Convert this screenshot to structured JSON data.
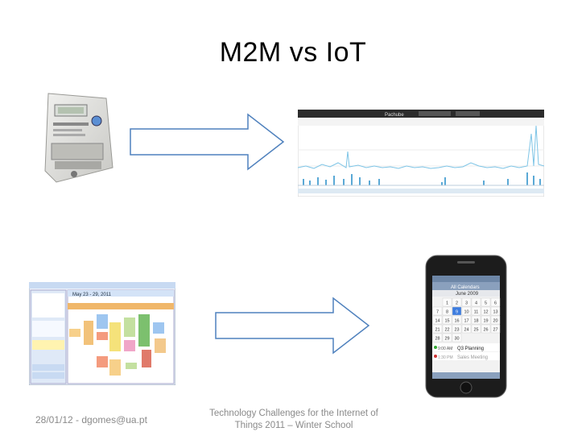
{
  "slide": {
    "title": "M2M vs IoT",
    "footer_left": "28/01/12 - dgomes@ua.pt",
    "footer_center": "Technology Challenges for the Internet of Things 2011 – Winter School"
  },
  "images": {
    "meter": {
      "description_icon": "smart-meter-icon"
    },
    "dashboard": {
      "icon": "line-graph-dashboard",
      "header": "Pachube"
    },
    "calendar_desktop": {
      "icon": "desktop-calendar",
      "date_label": "May 23 - 29, 2011"
    },
    "phone": {
      "icon": "smartphone-calendar",
      "month_label": "June 2009",
      "calendar_name": "All Calendars",
      "event1_time": "9:00 AM",
      "event1": "Q3 Planning",
      "event2_time": "1:30 PM",
      "event2": "Sales Meeting"
    },
    "calendar_days": [
      "1",
      "2",
      "3",
      "4",
      "5",
      "6",
      "7",
      "8",
      "9",
      "10",
      "11",
      "12",
      "13",
      "14",
      "15",
      "16",
      "17",
      "18",
      "19",
      "20",
      "21",
      "22",
      "23",
      "24",
      "25",
      "26",
      "27",
      "28",
      "29",
      "30"
    ]
  },
  "colors": {
    "arrow_fill": "#ffffff",
    "arrow_stroke": "#4f81bd",
    "chart_line": "#7dc4e6",
    "selected_day": "#3d7de0"
  }
}
